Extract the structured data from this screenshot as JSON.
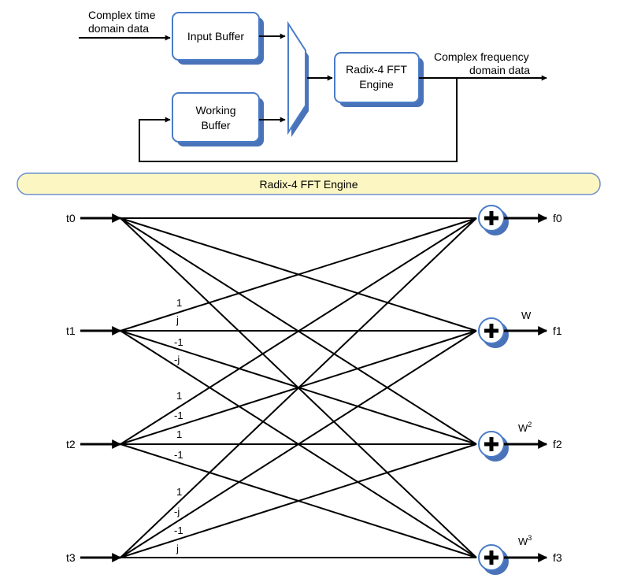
{
  "top_diagram": {
    "input_label_line1": "Complex time",
    "input_label_line2": "domain data",
    "input_buffer": "Input Buffer",
    "working_buffer_line1": "Working",
    "working_buffer_line2": "Buffer",
    "fft_engine_line1": "Radix-4 FFT",
    "fft_engine_line2": "Engine",
    "output_label_line1": "Complex frequency",
    "output_label_line2": "domain data"
  },
  "banner": {
    "title": "Radix-4 FFT Engine"
  },
  "butterfly": {
    "inputs": [
      "t0",
      "t1",
      "t2",
      "t3"
    ],
    "outputs": [
      "f0",
      "f1",
      "f2",
      "f3"
    ],
    "twiddles": [
      {
        "base": "",
        "exp": ""
      },
      {
        "base": "W",
        "exp": ""
      },
      {
        "base": "W",
        "exp": "2"
      },
      {
        "base": "W",
        "exp": "3"
      }
    ],
    "coefficients": {
      "t1": [
        "1",
        "j",
        "-1",
        "-j"
      ],
      "t2": [
        "1",
        "-1",
        "1",
        "-1"
      ],
      "t3": [
        "1",
        "-j",
        "-1",
        "j"
      ]
    }
  },
  "colors": {
    "box_border": "#4a7cc7",
    "box_shadow": "#4a72b8",
    "banner_fill": "#fcf7c2",
    "banner_border": "#6f8fcf",
    "adder_shadow": "#4a72b8"
  }
}
